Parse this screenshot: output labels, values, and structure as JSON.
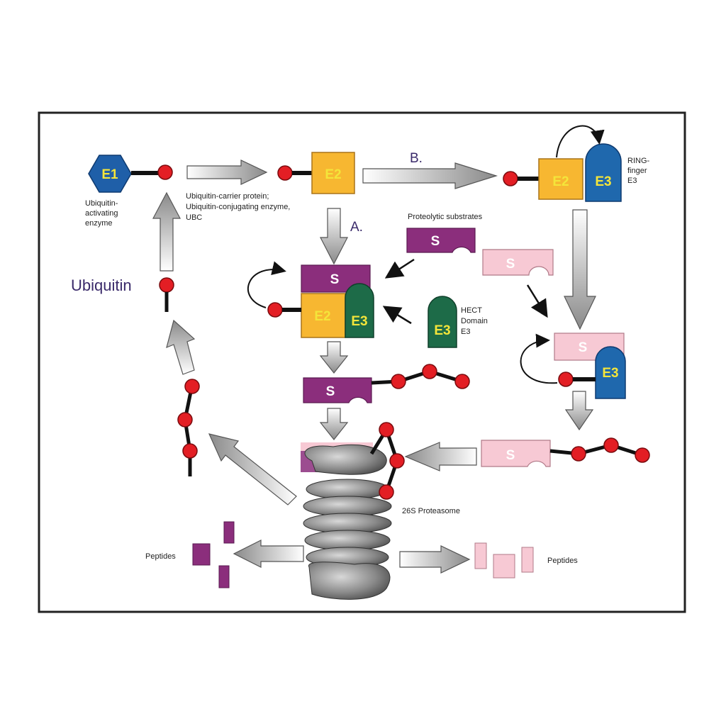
{
  "labels": {
    "e1": "E1",
    "e2": "E2",
    "e3": "E3",
    "s": "S",
    "e1_caption": [
      "Ubiquitin-",
      "activating",
      "enzyme"
    ],
    "e2_caption": [
      "Ubiquitin-carrier protein;",
      "Ubiquitin-conjugating enzyme,",
      "UBC"
    ],
    "ring_caption": [
      "RING-",
      "finger",
      "E3"
    ],
    "hect_caption": [
      "HECT",
      "Domain",
      "E3"
    ],
    "proteolytic": "Proteolytic substrates",
    "ubiquitin": "Ubiquitin",
    "pathway_a": "A.",
    "pathway_b": "B.",
    "proteasome": "26S Proteasome",
    "peptides_left": "Peptides",
    "peptides_right": "Peptides"
  },
  "colors": {
    "e1": "#1f5fa8",
    "e2": "#f7b731",
    "e3_hect": "#1d6b48",
    "e3_ring": "#1f68ad",
    "substrate_dark": "#8b2e7c",
    "substrate_light": "#f7c9d4",
    "ubiquitin": "#e31e24",
    "enzyme_text": "#f4e53a"
  }
}
